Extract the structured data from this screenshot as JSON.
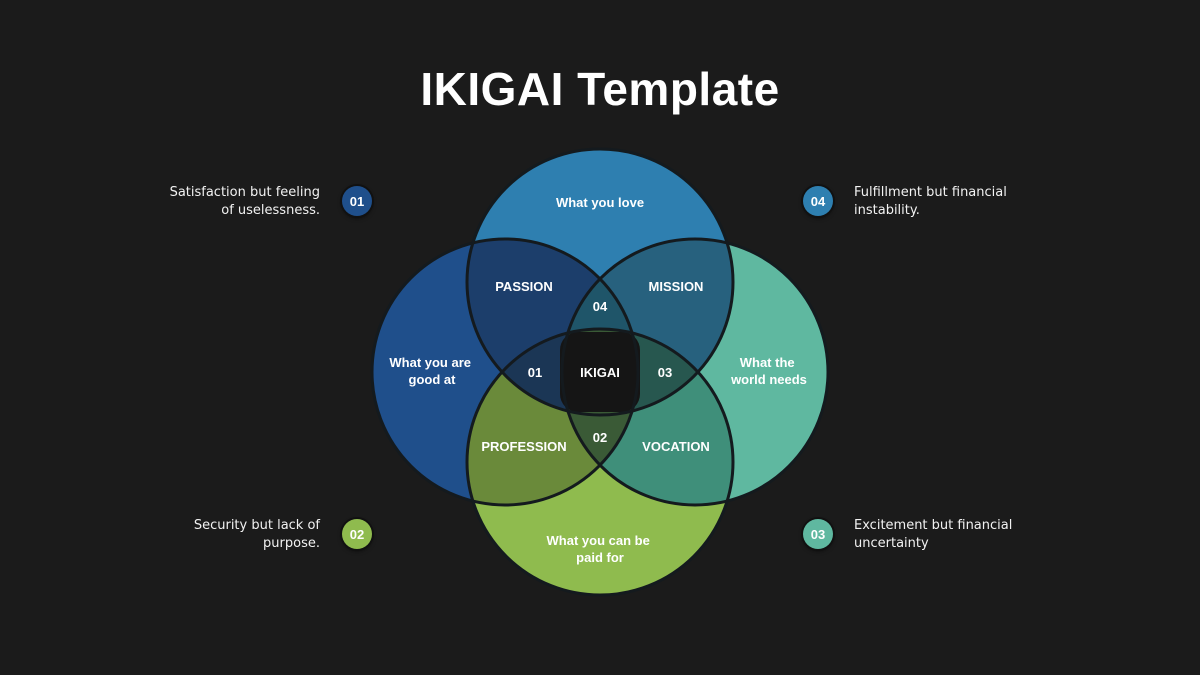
{
  "title": "IKIGAI Template",
  "circles": {
    "love": {
      "label": "What you love",
      "color": "#2e7fb0"
    },
    "good_at": {
      "label_line1": "What you are",
      "label_line2": "good at",
      "color": "#1f4f8b"
    },
    "world_needs": {
      "label_line1": "What the",
      "label_line2": "world needs",
      "color": "#5fb8a0"
    },
    "paid_for": {
      "label_line1": "What you can be",
      "label_line2": "paid for",
      "color": "#8fbb4e"
    }
  },
  "overlaps": {
    "passion": "PASSION",
    "mission": "MISSION",
    "profession": "PROFESSION",
    "vocation": "VOCATION",
    "center": "IKIGAI",
    "n01": "01",
    "n02": "02",
    "n03": "03",
    "n04": "04"
  },
  "notes": [
    {
      "id": "01",
      "text_line1": "Satisfaction but feeling",
      "text_line2": "of uselessness.",
      "color": "#1f4f8b"
    },
    {
      "id": "02",
      "text_line1": "Security but lack of",
      "text_line2": "purpose.",
      "color": "#8fbb4e"
    },
    {
      "id": "03",
      "text_line1": "Excitement but financial",
      "text_line2": "uncertainty",
      "color": "#5fb8a0"
    },
    {
      "id": "04",
      "text_line1": "Fulfillment but financial",
      "text_line2": "instability.",
      "color": "#2e7fb0"
    }
  ]
}
